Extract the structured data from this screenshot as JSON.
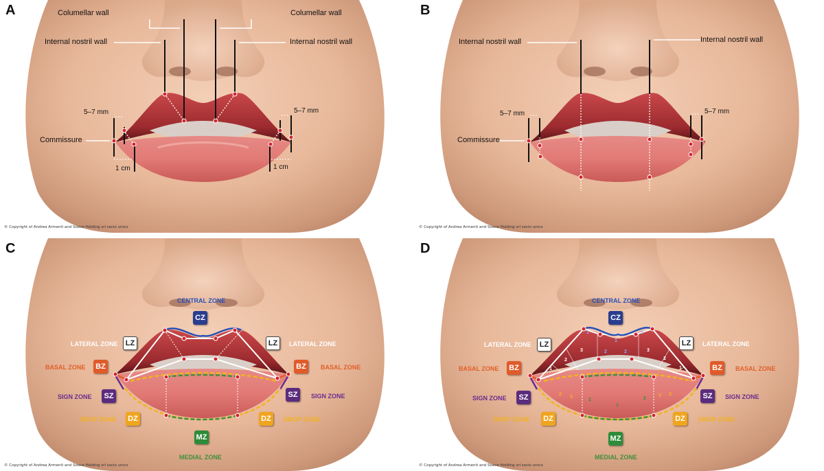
{
  "panels": {
    "a": {
      "letter": "A",
      "columellar_wall_left": "Columellar wall",
      "columellar_wall_right": "Columellar wall",
      "internal_nostril_wall_left": "Internal nostril wall",
      "internal_nostril_wall_right": "Internal nostril wall",
      "measure_left": "5–7 mm",
      "measure_right": "5–7 mm",
      "commissure": "Commissure",
      "cm_left": "1 cm",
      "cm_right": "1 cm",
      "copyright": "© Copyright of Andrea Armenti and Soave Holding srl socio unico"
    },
    "b": {
      "letter": "B",
      "internal_nostril_wall_left": "Internal nostril wall",
      "internal_nostril_wall_right": "Internal nostril wall",
      "measure_left": "5–7 mm",
      "measure_right": "5–7 mm",
      "commissure": "Commissure",
      "copyright": "© Copyright of Andrea Armenti and Soave Holding srl socio unico"
    },
    "c": {
      "letter": "C",
      "copyright": "© Copyright of Andrea Armenti and Soave Holding srl socio unico"
    },
    "d": {
      "letter": "D",
      "copyright": "© Copyright of Andrea Armenti and Soave Holding srl socio unico"
    }
  },
  "zones": {
    "central": "CENTRAL ZONE",
    "lateral": "LATERAL ZONE",
    "basal": "BASAL ZONE",
    "sign": "SIGN ZONE",
    "drop": "DROP ZONE",
    "medial": "MEDIAL ZONE"
  },
  "badges": {
    "cz": "CZ",
    "lz": "LZ",
    "bz": "BZ",
    "sz": "SZ",
    "dz": "DZ",
    "mz": "MZ"
  },
  "numbers": {
    "one": "1",
    "two": "2",
    "three": "3"
  },
  "colors": {
    "central": "#2a4fb5",
    "lateral": "#ffffff",
    "basal": "#e0602a",
    "sign": "#6a2c8e",
    "drop": "#f2b21f",
    "medial": "#3f8f3a",
    "badge_cz": "#2a3d8f",
    "badge_bz": "#e05a2a",
    "badge_sz": "#5b2c7e",
    "badge_dz": "#f0a51e",
    "badge_mz": "#2e8b3a"
  }
}
